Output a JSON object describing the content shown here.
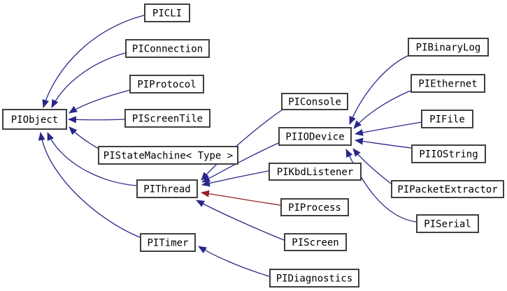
{
  "diagram": {
    "kind": "class-inheritance-graph",
    "background": "#ffffff",
    "colors": {
      "public_inheritance_edge": "#28288a",
      "private_inheritance_edge": "#962323",
      "node_border": "#3f3f3f",
      "node_fill": "#ffffff",
      "node_text": "#000000"
    },
    "nodes": {
      "PICLI": {
        "label": "PICLI"
      },
      "PIConnection": {
        "label": "PIConnection"
      },
      "PIProtocol": {
        "label": "PIProtocol"
      },
      "PIObject": {
        "label": "PIObject"
      },
      "PIScreenTile": {
        "label": "PIScreenTile"
      },
      "PIStateMachine": {
        "label": "PIStateMachine< Type >"
      },
      "PIThread": {
        "label": "PIThread"
      },
      "PITimer": {
        "label": "PITimer"
      },
      "PIConsole": {
        "label": "PIConsole"
      },
      "PIIODevice": {
        "label": "PIIODevice"
      },
      "PIKbdListener": {
        "label": "PIKbdListener"
      },
      "PIProcess": {
        "label": "PIProcess"
      },
      "PIScreen": {
        "label": "PIScreen"
      },
      "PIDiagnostics": {
        "label": "PIDiagnostics"
      },
      "PIBinaryLog": {
        "label": "PIBinaryLog"
      },
      "PIEthernet": {
        "label": "PIEthernet"
      },
      "PIFile": {
        "label": "PIFile"
      },
      "PIIOString": {
        "label": "PIIOString"
      },
      "PIPacketExtractor": {
        "label": "PIPacketExtractor"
      },
      "PISerial": {
        "label": "PISerial"
      }
    },
    "edges": [
      {
        "from": "PICLI",
        "to": "PIObject",
        "relation": "public-inheritance",
        "color": "#28288a"
      },
      {
        "from": "PIConnection",
        "to": "PIObject",
        "relation": "public-inheritance",
        "color": "#28288a"
      },
      {
        "from": "PIProtocol",
        "to": "PIObject",
        "relation": "public-inheritance",
        "color": "#28288a"
      },
      {
        "from": "PIScreenTile",
        "to": "PIObject",
        "relation": "public-inheritance",
        "color": "#28288a"
      },
      {
        "from": "PIStateMachine",
        "to": "PIObject",
        "relation": "public-inheritance",
        "color": "#28288a"
      },
      {
        "from": "PIThread",
        "to": "PIObject",
        "relation": "public-inheritance",
        "color": "#28288a"
      },
      {
        "from": "PITimer",
        "to": "PIObject",
        "relation": "public-inheritance",
        "color": "#28288a"
      },
      {
        "from": "PIConsole",
        "to": "PIThread",
        "relation": "public-inheritance",
        "color": "#28288a"
      },
      {
        "from": "PIIODevice",
        "to": "PIThread",
        "relation": "public-inheritance",
        "color": "#28288a"
      },
      {
        "from": "PIKbdListener",
        "to": "PIThread",
        "relation": "public-inheritance",
        "color": "#28288a"
      },
      {
        "from": "PIProcess",
        "to": "PIThread",
        "relation": "private-inheritance",
        "color": "#962323"
      },
      {
        "from": "PIScreen",
        "to": "PIThread",
        "relation": "public-inheritance",
        "color": "#28288a"
      },
      {
        "from": "PIDiagnostics",
        "to": "PITimer",
        "relation": "public-inheritance",
        "color": "#28288a"
      },
      {
        "from": "PIBinaryLog",
        "to": "PIIODevice",
        "relation": "public-inheritance",
        "color": "#28288a"
      },
      {
        "from": "PIEthernet",
        "to": "PIIODevice",
        "relation": "public-inheritance",
        "color": "#28288a"
      },
      {
        "from": "PIFile",
        "to": "PIIODevice",
        "relation": "public-inheritance",
        "color": "#28288a"
      },
      {
        "from": "PIIOString",
        "to": "PIIODevice",
        "relation": "public-inheritance",
        "color": "#28288a"
      },
      {
        "from": "PIPacketExtractor",
        "to": "PIIODevice",
        "relation": "public-inheritance",
        "color": "#28288a"
      },
      {
        "from": "PISerial",
        "to": "PIIODevice",
        "relation": "public-inheritance",
        "color": "#28288a"
      }
    ]
  }
}
